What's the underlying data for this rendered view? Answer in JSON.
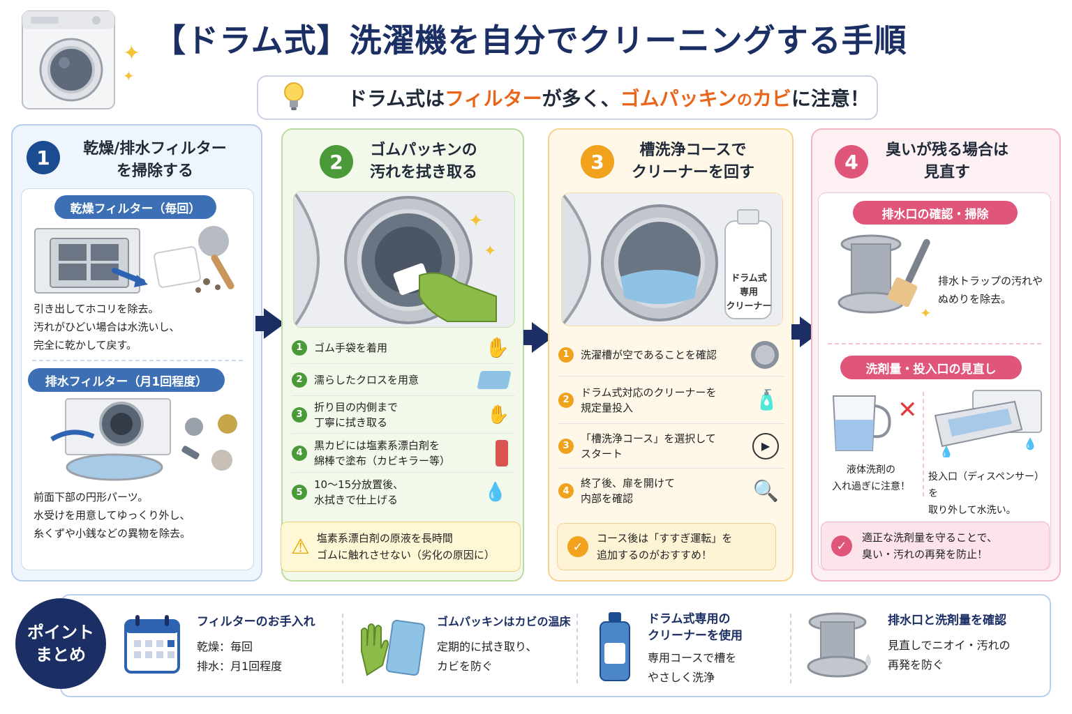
{
  "header": {
    "title": "【ドラム式】洗濯機を自分でクリーニングする手順",
    "subtitle_prefix": "ドラム式は",
    "subtitle_hl1": "フィルター",
    "subtitle_mid": "が多く、",
    "subtitle_hl2": "ゴムパッキン",
    "subtitle_no": "の",
    "subtitle_hl3": "カビ",
    "subtitle_suffix": "に注意！"
  },
  "colors": {
    "navy": "#1b2f64",
    "step1": "#1b4b91",
    "step2": "#4a9a3a",
    "step3": "#f0a21c",
    "step4": "#e0557a",
    "accent_orange": "#e8651b"
  },
  "step1": {
    "num": "1",
    "title_line1": "乾燥/排水フィルター",
    "title_line2": "を掃除する",
    "dry_pill": "乾燥フィルター（毎回）",
    "dry_text1": "引き出してホコリを除去。",
    "dry_text2": "汚れがひどい場合は水洗いし、",
    "dry_text3": "完全に乾かして戻す。",
    "drain_pill": "排水フィルター（月1回程度）",
    "drain_text1": "前面下部の円形パーツ。",
    "drain_text2": "水受けを用意してゆっくり外し、",
    "drain_text3": "糸くずや小銭などの異物を除去。"
  },
  "step2": {
    "num": "2",
    "title_line1": "ゴムパッキンの",
    "title_line2": "汚れを拭き取る",
    "items": [
      {
        "num": "1",
        "line1": "ゴム手袋を着用",
        "line2": ""
      },
      {
        "num": "2",
        "line1": "濡らしたクロスを用意",
        "line2": ""
      },
      {
        "num": "3",
        "line1": "折り目の内側まで",
        "line2": "丁寧に拭き取る"
      },
      {
        "num": "4",
        "line1": "黒カビには塩素系漂白剤を",
        "line2": "綿棒で塗布（カビキラー等）"
      },
      {
        "num": "5",
        "line1": "10〜15分放置後、",
        "line2": "水拭きで仕上げる"
      }
    ],
    "warning_line1": "塩素系漂白剤の原液を長時間",
    "warning_line2": "ゴムに触れさせない（劣化の原因に）"
  },
  "step3": {
    "num": "3",
    "title_line1": "槽洗浄コースで",
    "title_line2": "クリーナーを回す",
    "bottle_label1": "ドラム式",
    "bottle_label2": "専用",
    "bottle_label3": "クリーナー",
    "items": [
      {
        "num": "1",
        "line1": "洗濯槽が空であることを確認",
        "line2": ""
      },
      {
        "num": "2",
        "line1": "ドラム式対応のクリーナーを",
        "line2": "規定量投入"
      },
      {
        "num": "3",
        "line1": "「槽洗浄コース」を選択して",
        "line2": "スタート"
      },
      {
        "num": "4",
        "line1": "終了後、扉を開けて",
        "line2": "内部を確認"
      }
    ],
    "tip_line1": "コース後は「すすぎ運転」を",
    "tip_line2": "追加するのがおすすめ！"
  },
  "step4": {
    "num": "4",
    "title_line1": "臭いが残る場合は",
    "title_line2": "見直す",
    "drain_pill": "排水口の確認・掃除",
    "drain_text1": "排水トラップの汚れや",
    "drain_text2": "ぬめりを除去。",
    "detergent_pill": "洗剤量・投入口の見直し",
    "liquid_text1": "液体洗剤の",
    "liquid_text2": "入れ過ぎに注意！",
    "dispenser_text1": "投入口（ディスペンサー）を",
    "dispenser_text2": "取り外して水洗い。",
    "check_line1": "適正な洗剤量を守ることで、",
    "check_line2": "臭い・汚れの再発を防止！"
  },
  "summary": {
    "badge_line1": "ポイント",
    "badge_line2": "まとめ",
    "items": [
      {
        "title_line1": "フィルターのお手入れ",
        "title_line2": "",
        "text_line1": "乾燥：毎回",
        "text_line2": "排水：月1回程度"
      },
      {
        "title_line1": "ゴムパッキンはカビの温床",
        "title_line2": "",
        "text_line1": "定期的に拭き取り、",
        "text_line2": "カビを防ぐ"
      },
      {
        "title_line1": "ドラム式専用の",
        "title_line2": "クリーナーを使用",
        "text_line1": "専用コースで槽を",
        "text_line2": "やさしく洗浄"
      },
      {
        "title_line1": "排水口と洗剤量を確認",
        "title_line2": "",
        "text_line1": "見直しでニオイ・汚れの",
        "text_line2": "再発を防ぐ"
      }
    ]
  }
}
